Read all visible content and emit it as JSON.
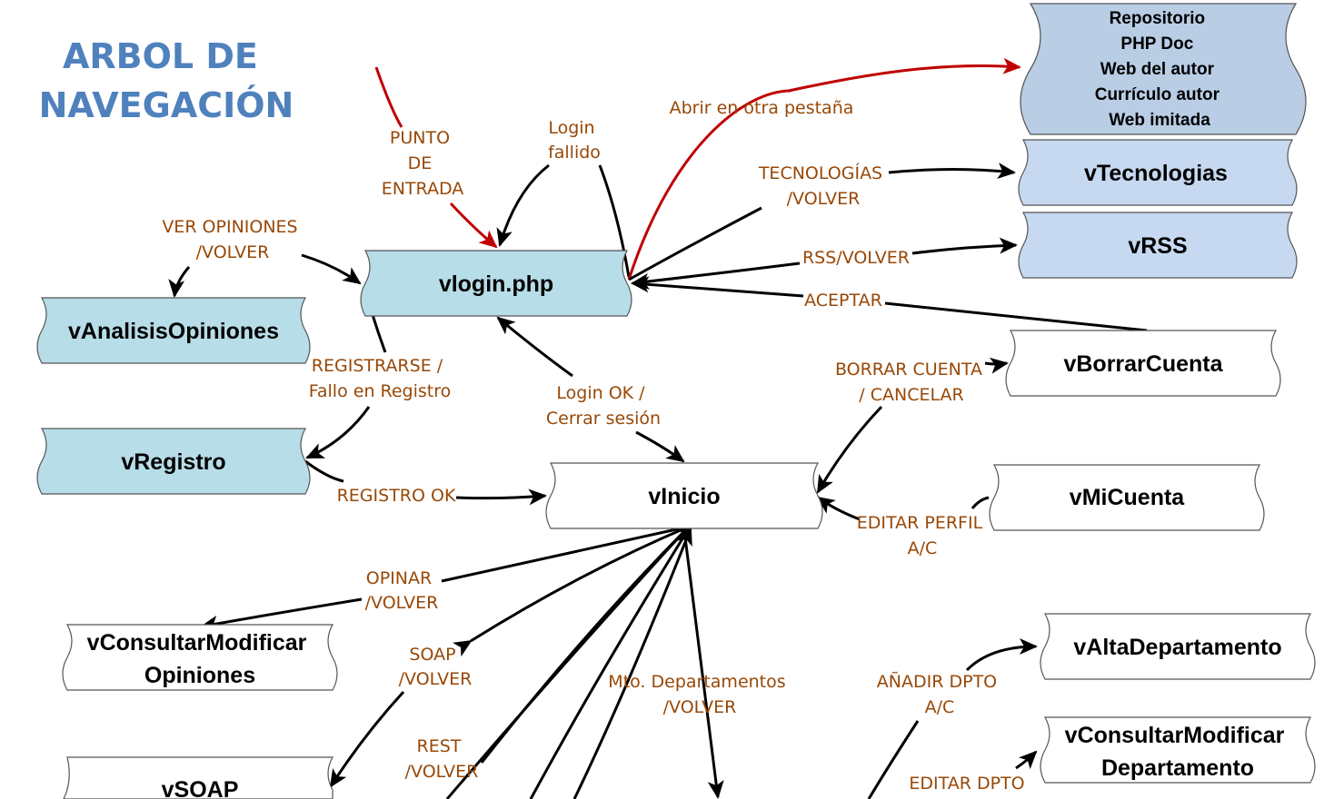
{
  "title": [
    "ARBOL DE",
    "NAVEGACIÓN"
  ],
  "colors": {
    "node_login": "#b7dde8",
    "node_blue": "#c6d9f1",
    "node_grey": "#b9cde5",
    "node_white": "#ffffff",
    "edge_label": "#984807",
    "entry_arrow": "#c00000",
    "title": "#4f81bd"
  },
  "nodes": {
    "repositorio": [
      "Repositorio",
      "PHP Doc",
      "Web del autor",
      "Currículo autor",
      "Web imitada"
    ],
    "vtecnologias": [
      "vTecnologias"
    ],
    "vrss": [
      "vRSS"
    ],
    "vlogin": [
      "vlogin.php"
    ],
    "vanalisis": [
      "vAnalisisOpiniones"
    ],
    "vborrar": [
      "vBorrarCuenta"
    ],
    "vregistro": [
      "vRegistro"
    ],
    "vinicio": [
      "vInicio"
    ],
    "vmicuenta": [
      "vMiCuenta"
    ],
    "vconsultar_op": [
      "vConsultarModificar",
      "Opiniones"
    ],
    "valta_dpto": [
      "vAltaDepartamento"
    ],
    "vconsultar_dpto": [
      "vConsultarModificar",
      "Departamento"
    ],
    "vsoap": [
      "vSOAP"
    ]
  },
  "edges": {
    "punto_entrada": [
      "PUNTO",
      "DE",
      "ENTRADA"
    ],
    "login_fallido": [
      "Login",
      "fallido"
    ],
    "abrir_pestana": [
      "Abrir en otra pestaña"
    ],
    "tecnologias": [
      "TECNOLOGÍAS",
      "/VOLVER"
    ],
    "rss": [
      "RSS/VOLVER"
    ],
    "aceptar": [
      "ACEPTAR"
    ],
    "ver_opiniones": [
      "VER OPINIONES",
      "/VOLVER"
    ],
    "registrarse": [
      "REGISTRARSE /",
      "Fallo en Registro"
    ],
    "login_ok": [
      "Login OK /",
      "Cerrar sesión"
    ],
    "borrar_cuenta": [
      "BORRAR CUENTA",
      "/ CANCELAR"
    ],
    "registro_ok": [
      "REGISTRO OK"
    ],
    "editar_perfil": [
      "EDITAR PERFIL",
      "A/C"
    ],
    "opinar": [
      "OPINAR",
      "/VOLVER"
    ],
    "soap": [
      "SOAP",
      "/VOLVER"
    ],
    "mto_dptos": [
      "Mto. Departamentos",
      "/VOLVER"
    ],
    "anadir_dpto": [
      "AÑADIR DPTO",
      "A/C"
    ],
    "rest": [
      "REST",
      "/VOLVER"
    ],
    "editar_dpto": [
      "EDITAR DPTO"
    ]
  }
}
